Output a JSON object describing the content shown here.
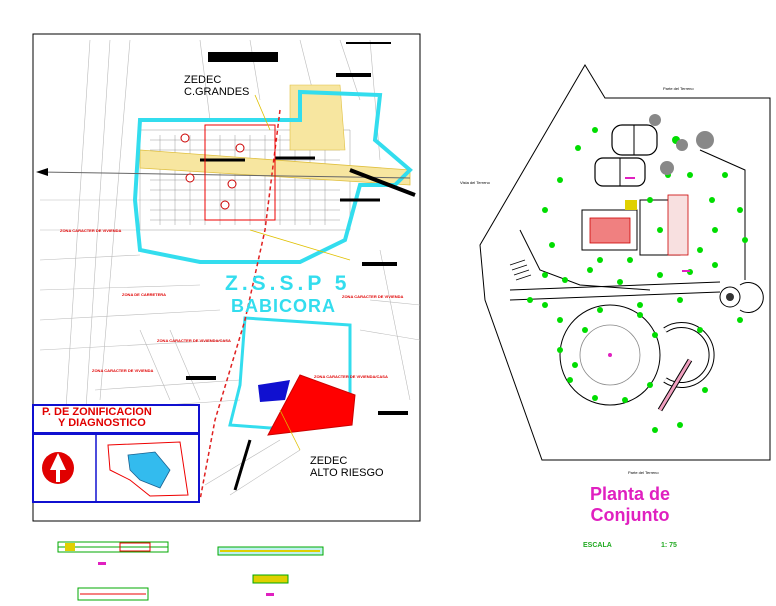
{
  "left_map": {
    "zedec_cgrandes": [
      "ZEDEC",
      "C.GRANDES"
    ],
    "zssp_title": "Z.S.S.P 5",
    "babicora": "BABICORA",
    "zedec_alto_riesgo": [
      "ZEDEC",
      "ALTO RIESGO"
    ],
    "plan_title": [
      "P. DE ZONIFICACION",
      "Y DIAGNOSTICO"
    ],
    "road_labels": [
      "ZONA DE CARRETERA",
      "ZONA CARACTER DE VIVIENDA",
      "ZONA CARACTER DE VIVIENDA",
      "ZONA CARACTER DE VIVIENDA/CASA",
      "ZONA CARACTER DE VIVIENDA",
      "ZONA CARACTER DE VIVIENDA/CASA"
    ]
  },
  "right_plan": {
    "title": [
      "Planta de",
      "Conjunto"
    ],
    "escala_label": "ESCALA",
    "escala_value": "1: 75",
    "top_label": "Parte del Terreno",
    "bottom_label": "Parte del Terreno",
    "left_label": "Vista del Terreno"
  },
  "colors": {
    "cyan": "#33ddee",
    "red": "#ff0000",
    "magenta": "#e020c0",
    "green": "#00dd00",
    "blue": "#1010d0",
    "yellow": "#f0d000"
  }
}
